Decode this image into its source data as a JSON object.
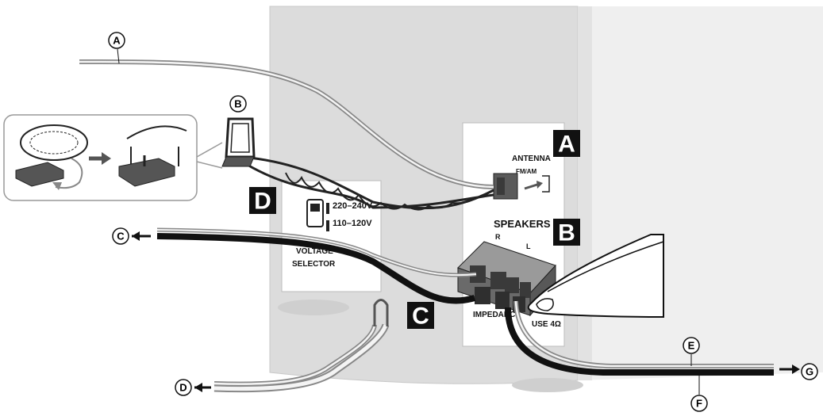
{
  "step_boxes": {
    "a": "A",
    "b": "B",
    "c": "C",
    "d": "D"
  },
  "callouts": {
    "a": "A",
    "b": "B",
    "c": "C",
    "d": "D",
    "e": "E",
    "f": "F",
    "g": "G"
  },
  "panel": {
    "antenna": "ANTENNA",
    "fm_am": "FM/AM",
    "speakers": "SPEAKERS",
    "right": "R",
    "left": "L",
    "plus_left": "+",
    "plus_right": "+",
    "impedance": "IMPEDANCE",
    "use": "USE 4Ω"
  },
  "voltage": {
    "high": "220–240V",
    "low": "110–120V",
    "label_line1": "VOLTAGE",
    "label_line2": "SELECTOR"
  },
  "colors": {
    "box": "#111111",
    "unit_body": "#dcdcdc",
    "unit_side": "#ececec",
    "terminal": "#6a6a6a"
  }
}
